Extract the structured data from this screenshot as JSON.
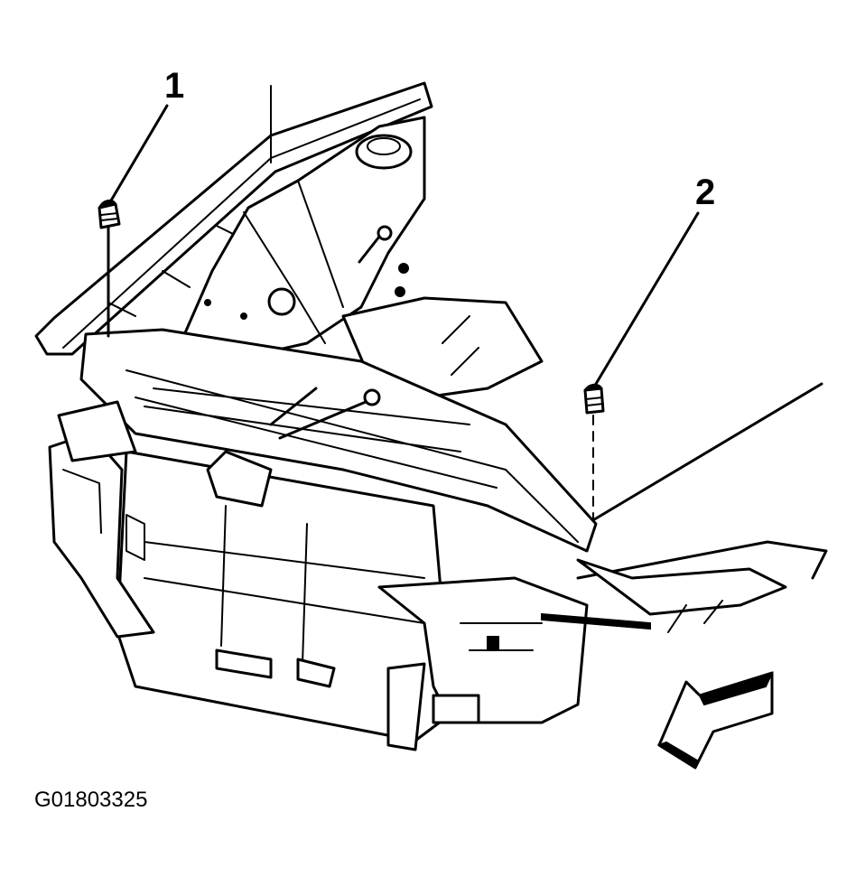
{
  "callouts": [
    {
      "id": "1",
      "label": "1"
    },
    {
      "id": "2",
      "label": "2"
    }
  ],
  "figure_id": "G01803325",
  "colors": {
    "ink": "#000000",
    "paper": "#ffffff"
  }
}
